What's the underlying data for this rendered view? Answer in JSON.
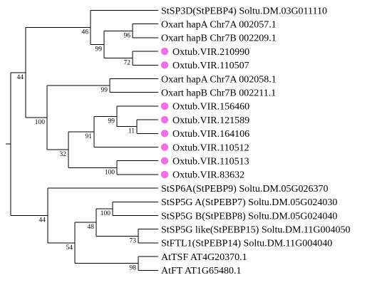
{
  "colors": {
    "marker": "#f46ee4",
    "branch": "#000000"
  },
  "leaves": [
    {
      "id": "l1",
      "label": "StSP3D(StPEBP4) Soltu.DM.03G011110",
      "marked": false
    },
    {
      "id": "l2",
      "label": "Oxart hapA Chr7A 002057.1",
      "marked": false
    },
    {
      "id": "l3",
      "label": "Oxart hapB Chr7B 002209.1",
      "marked": false
    },
    {
      "id": "l4",
      "label": "Oxtub.VIR.210990",
      "marked": true
    },
    {
      "id": "l5",
      "label": "Oxtub.VIR.110507",
      "marked": true
    },
    {
      "id": "l6",
      "label": "Oxart hapA Chr7A 002058.1",
      "marked": false
    },
    {
      "id": "l7",
      "label": "Oxart hapB Chr7B 002211.1",
      "marked": false
    },
    {
      "id": "l8",
      "label": "Oxtub.VIR.156460",
      "marked": true
    },
    {
      "id": "l9",
      "label": "Oxtub.VIR.121589",
      "marked": true
    },
    {
      "id": "l10",
      "label": "Oxtub.VIR.164106",
      "marked": true
    },
    {
      "id": "l11",
      "label": "Oxtub.VIR.110512",
      "marked": true
    },
    {
      "id": "l12",
      "label": "Oxtub.VIR.110513",
      "marked": true
    },
    {
      "id": "l13",
      "label": "Oxtub.VIR.83632",
      "marked": true
    },
    {
      "id": "l14",
      "label": "StSP6A(StPEBP9) Soltu.DM.05G026370",
      "marked": false
    },
    {
      "id": "l15",
      "label": "StSP5G A(StPEBP7) Soltu.DM.05G024030",
      "marked": false
    },
    {
      "id": "l16",
      "label": "StSP5G B(StPEBP8) Soltu.DM.05G024040",
      "marked": false
    },
    {
      "id": "l17",
      "label": "StSP5G like(StPEBP15) Soltu.DM.11G004050",
      "marked": false
    },
    {
      "id": "l18",
      "label": "StFTL1(StPEBP14) Soltu.DM.11G004040",
      "marked": false
    },
    {
      "id": "l19",
      "label": "AtTSF AT4G20370.1",
      "marked": false
    },
    {
      "id": "l20",
      "label": "AtFT AT1G65480.1",
      "marked": false
    }
  ],
  "clades": [
    {
      "id": "c1",
      "children": [
        "l2",
        "l3"
      ],
      "support": "96"
    },
    {
      "id": "c2",
      "children": [
        "l4",
        "l5"
      ],
      "support": "72"
    },
    {
      "id": "c3",
      "children": [
        "c1",
        "c2"
      ],
      "support": "99"
    },
    {
      "id": "c4",
      "children": [
        "l1",
        "c3"
      ],
      "support": "46"
    },
    {
      "id": "c5",
      "children": [
        "l6",
        "l7"
      ],
      "support": "99"
    },
    {
      "id": "c6",
      "children": [
        "l9",
        "l10"
      ],
      "support": "11"
    },
    {
      "id": "c7",
      "children": [
        "l8",
        "c6"
      ],
      "support": "99"
    },
    {
      "id": "c8",
      "children": [
        "c7",
        "l11"
      ],
      "support": "91"
    },
    {
      "id": "c9",
      "children": [
        "l12",
        "l13"
      ],
      "support": "100"
    },
    {
      "id": "c10",
      "children": [
        "c8",
        "c9"
      ],
      "support": "32"
    },
    {
      "id": "c11",
      "children": [
        "c5",
        "c10"
      ],
      "support": "100"
    },
    {
      "id": "c12",
      "children": [
        "c4",
        "c11"
      ],
      "support": "44"
    },
    {
      "id": "c13",
      "children": [
        "l15",
        "l16"
      ],
      "support": "100"
    },
    {
      "id": "c14",
      "children": [
        "l17",
        "l18"
      ],
      "support": "73"
    },
    {
      "id": "c15",
      "children": [
        "c13",
        "c14"
      ],
      "support": "48"
    },
    {
      "id": "c16",
      "children": [
        "l19",
        "l20"
      ],
      "support": "98"
    },
    {
      "id": "c17",
      "children": [
        "c15",
        "c16"
      ],
      "support": "54"
    },
    {
      "id": "c18",
      "children": [
        "l14",
        "c17"
      ],
      "support": "44"
    },
    {
      "id": "root",
      "children": [
        "c12",
        "c18"
      ],
      "support": ""
    }
  ]
}
